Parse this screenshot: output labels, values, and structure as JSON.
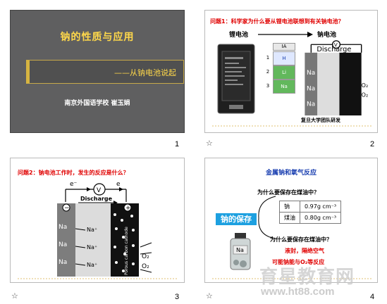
{
  "slide1": {
    "title": "钠的性质与应用",
    "subtitle": "——从钠电池说起",
    "author": "南京外国语学校  崔玉娟",
    "number": "1"
  },
  "slide2": {
    "question": "问题1：科学家为什么要从锂电池联想到有关钠电池？",
    "left_label": "锂电池",
    "right_label": "钠电池",
    "caption": "复旦大学团队研发",
    "table_header": "IA",
    "rows": [
      "1",
      "2",
      "3"
    ],
    "elements": [
      "H",
      "Li",
      "Na"
    ],
    "number": "2",
    "star": "☆"
  },
  "slide3": {
    "question": "问题2：钠电池工作时，发生的反应是什么？",
    "number": "3",
    "star": "☆"
  },
  "diagram": {
    "discharge": "Discharge",
    "electron_left": "e⁻",
    "electron_right": "e",
    "voltmeter": "V",
    "minus": "−",
    "plus": "+",
    "na": "Na",
    "na_ion": "Na⁺",
    "o2": "O₂",
    "cathode": "Porous carbon cathode"
  },
  "slide4": {
    "title": "金属钠和氧气反应",
    "question_a": "为什么要保存在煤油中？",
    "question_b": "为什么要保存在煤油中？",
    "save_label": "钠的保存",
    "table": [
      [
        "钠",
        "0.97g cm⁻³"
      ],
      [
        "煤油",
        "0.80g cm⁻³"
      ]
    ],
    "red1": "液封，隔绝空气",
    "red2": "可能钠能与O₂等反应",
    "bottle_label": "Na",
    "number": "4",
    "star": "☆"
  },
  "watermark": {
    "text": "育星教育网",
    "url": "www.ht88.com"
  }
}
